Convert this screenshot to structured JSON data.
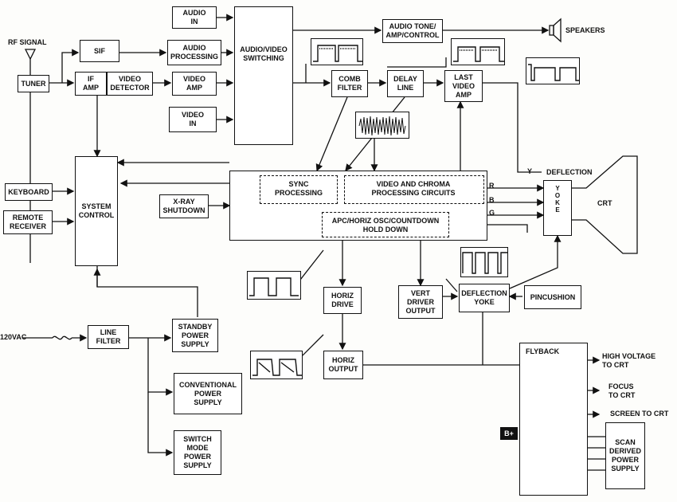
{
  "blocks": {
    "audio_in": "AUDIO\nIN",
    "sif": "SIF",
    "audio_processing": "AUDIO\nPROCESSING",
    "tuner": "TUNER",
    "if_amp": "IF\nAMP",
    "video_detector": "VIDEO\nDETECTOR",
    "video_amp": "VIDEO\nAMP",
    "video_in": "VIDEO\nIN",
    "av_switching": "AUDIO/VIDEO\nSWITCHING",
    "audio_tone": "AUDIO TONE/\nAMP/CONTROL",
    "comb_filter": "COMB\nFILTER",
    "delay_line": "DELAY\nLINE",
    "last_video_amp": "LAST\nVIDEO\nAMP",
    "keyboard": "KEYBOARD",
    "remote_receiver": "REMOTE\nRECEIVER",
    "system_control": "SYSTEM\nCONTROL",
    "xray_shutdown": "X-RAY\nSHUTDOWN",
    "horiz_drive": "HORIZ\nDRIVE",
    "vert_driver_output": "VERT\nDRIVER\nOUTPUT",
    "deflection_yoke_box": "DEFLECTION\nYOKE",
    "pincushion": "PINCUSHION",
    "horiz_output": "HORIZ\nOUTPUT",
    "line_filter": "LINE\nFILTER",
    "standby_power": "STANDBY\nPOWER\nSUPPLY",
    "conventional_power": "CONVENTIONAL\nPOWER\nSUPPLY",
    "switch_mode_power": "SWITCH\nMODE\nPOWER\nSUPPLY",
    "scan_derived_power": "SCAN\nDERIVED\nPOWER\nSUPPLY"
  },
  "main_block": {
    "sync": "SYNC\nPROCESSING",
    "video_chroma": "VIDEO AND CHROMA\nPROCESSING CIRCUITS",
    "apc": "APC/HORIZ OSC/COUNTDOWN\nHOLD DOWN"
  },
  "labels": {
    "rf_signal": "RF SIGNAL",
    "speakers": "SPEAKERS",
    "ac_input": "120VAC",
    "deflection": "DEFLECTION",
    "yoke": "YOKE",
    "crt": "CRT",
    "y": "Y",
    "r": "R",
    "b": "B",
    "g": "G",
    "flyback": "FLYBACK",
    "high_voltage": "HIGH VOLTAGE\nTO CRT",
    "focus": "FOCUS\nTO CRT",
    "screen": "SCREEN TO CRT",
    "b_plus": "B+"
  }
}
